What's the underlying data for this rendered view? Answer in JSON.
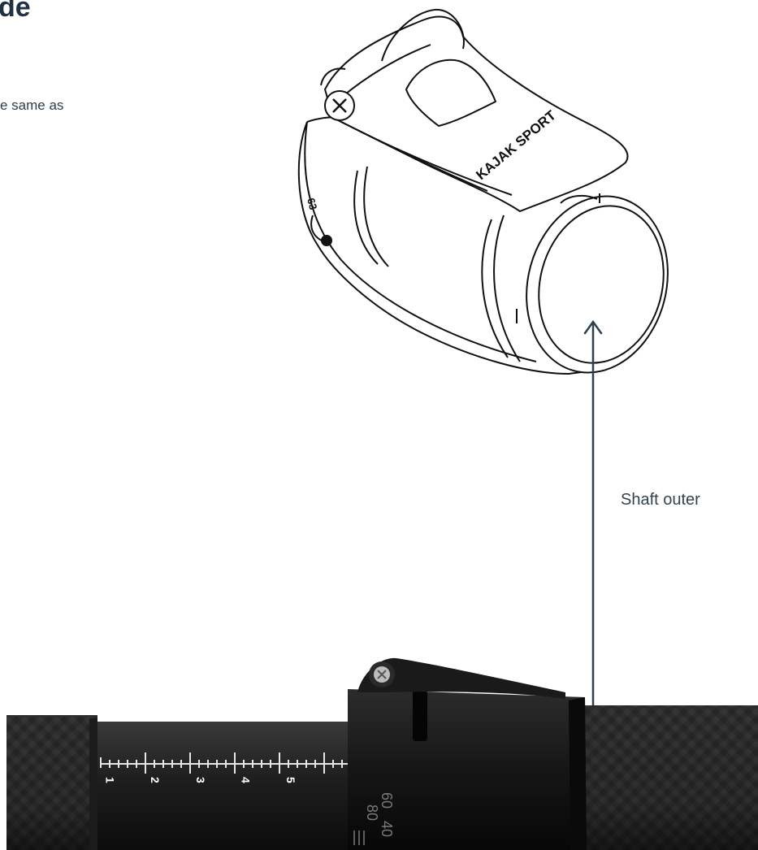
{
  "page": {
    "heading": "de",
    "body_text": "e same as"
  },
  "annotation": {
    "label": "Shaft outer",
    "arrow_color": "#2e4050"
  },
  "clamp_drawing": {
    "brand_text": "KAJAK SPORT",
    "side_mark": "63"
  },
  "shaft": {
    "scale_numbers": [
      "1",
      "2",
      "3",
      "4",
      "5"
    ],
    "collar_etching": [
      "60",
      "80",
      "40"
    ],
    "colors": {
      "grip": "#2b2b2b",
      "tube": "#1a1a1a",
      "collar": "#141414"
    }
  }
}
